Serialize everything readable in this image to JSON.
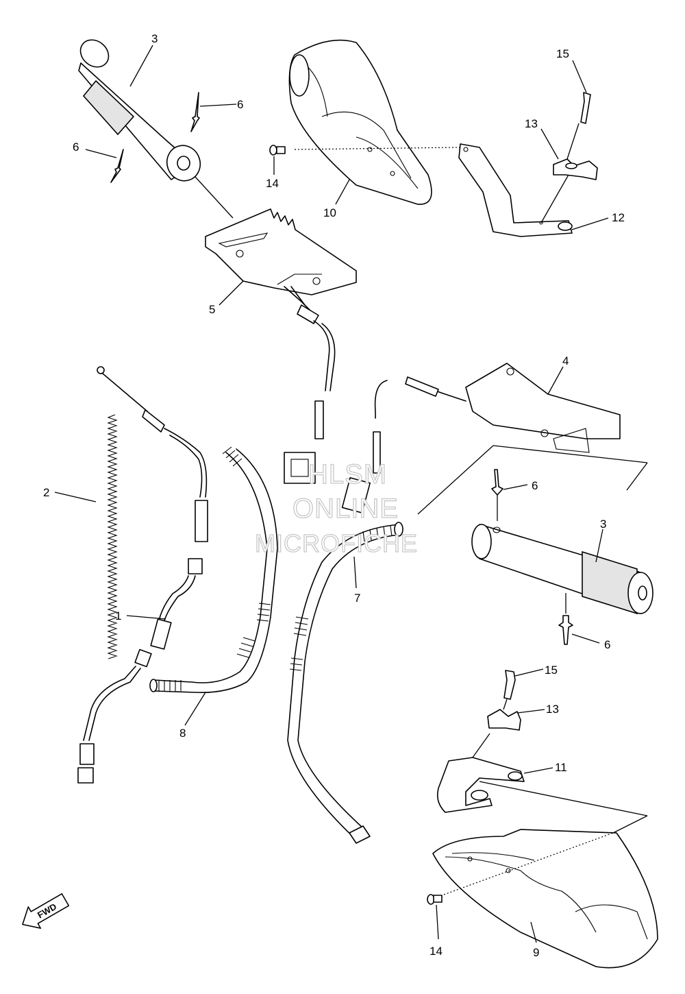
{
  "labels": {
    "l1": "1",
    "l2": "2",
    "l3a": "3",
    "l3b": "3",
    "l4": "4",
    "l5": "5",
    "l6a": "6",
    "l6b": "6",
    "l6c": "6",
    "l6d": "6",
    "l7": "7",
    "l8": "8",
    "l9": "9",
    "l10": "10",
    "l11": "11",
    "l12": "12",
    "l13a": "13",
    "l13b": "13",
    "l14a": "14",
    "l14b": "14",
    "l15a": "15",
    "l15b": "15"
  },
  "watermark": {
    "line1": "HLSM",
    "line2": "ONLINE",
    "line3": "MICROFICHE"
  },
  "fwd_badge": "FWD"
}
